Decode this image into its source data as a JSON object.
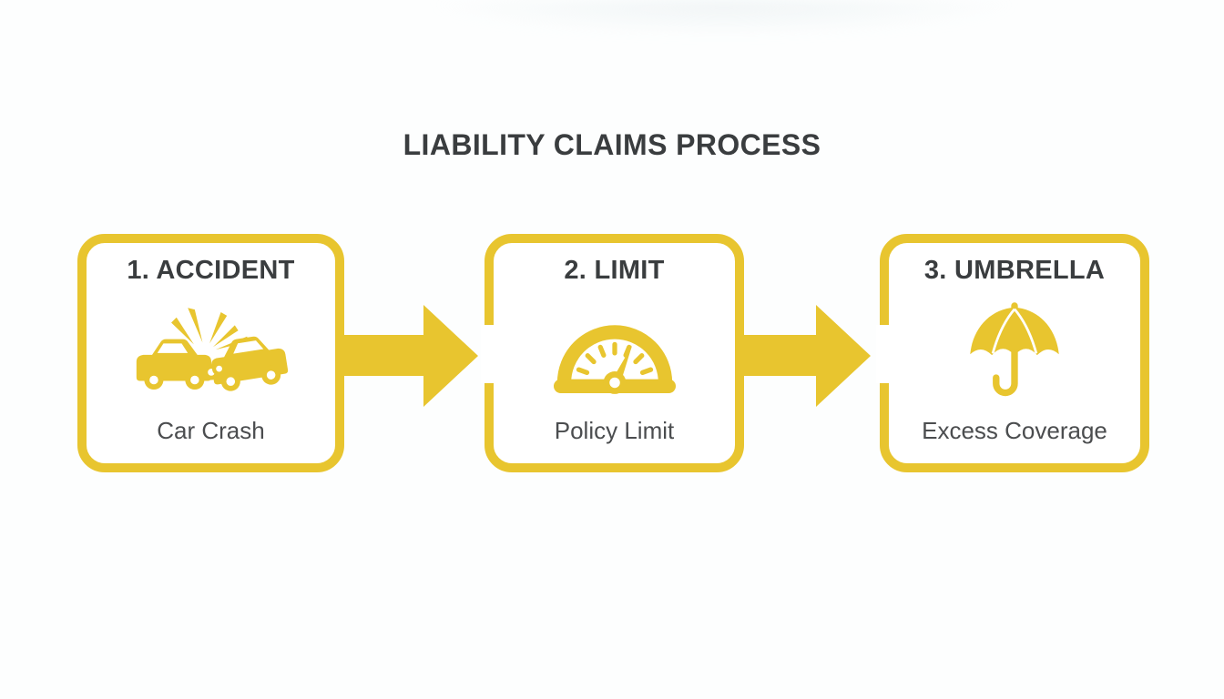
{
  "title": "LIABILITY CLAIMS PROCESS",
  "accent_color": "#E8C52F",
  "heading_text_color": "#3A3D3F",
  "label_text_color": "#4B4D4F",
  "steps": [
    {
      "heading": "1. ACCIDENT",
      "label": "Car Crash",
      "icon": "car-crash-icon"
    },
    {
      "heading": "2. LIMIT",
      "label": "Policy Limit",
      "icon": "gauge-icon"
    },
    {
      "heading": "3. UMBRELLA",
      "label": "Excess Coverage",
      "icon": "umbrella-icon"
    }
  ],
  "connectors": [
    {
      "from": "1. ACCIDENT",
      "to": "2. LIMIT",
      "type": "arrow-right"
    },
    {
      "from": "2. LIMIT",
      "to": "3. UMBRELLA",
      "type": "arrow-right"
    }
  ]
}
